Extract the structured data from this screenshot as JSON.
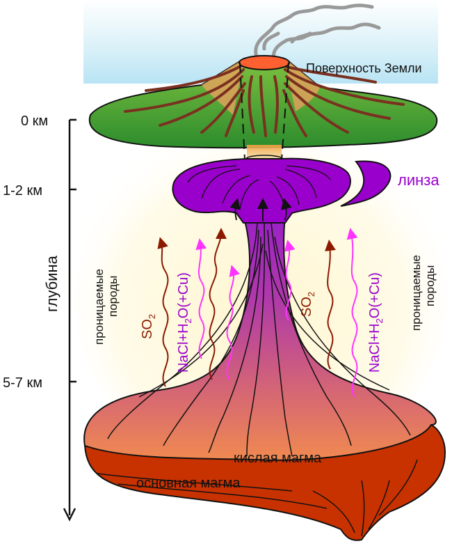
{
  "labels": {
    "surface": "Поверхность Земли",
    "lens": "линза",
    "acid_magma": "кислая магма",
    "basic_magma": "основная магма",
    "permeable_left_1": "проницаемые",
    "permeable_left_2": "породы",
    "permeable_right_1": "проницаемые",
    "permeable_right_2": "породы",
    "depth_axis": "глубина",
    "so2_left": "SO",
    "so2_left_sub": "2",
    "so2_right": "SO",
    "so2_right_sub": "2",
    "nacl_left_a": "NaCl+H",
    "nacl_left_sub": "2",
    "nacl_left_b": "O(+Cu)",
    "nacl_right_a": "NaCl+H",
    "nacl_right_sub": "2",
    "nacl_right_b": "O(+Cu)"
  },
  "depth_ticks": [
    {
      "label": "0 км"
    },
    {
      "label": "1-2 км"
    },
    {
      "label": "5-7 км"
    }
  ],
  "colors": {
    "so2_arrow": "#8b1a00",
    "fluid_arrow": "#ff33ff",
    "lens_purple": "#9900cc",
    "lens_label": "#9900cc",
    "nacl_text": "#9900cc",
    "so2_text": "#8b1a00",
    "volcano_green": "#3aa02a",
    "basic_magma": "#c83200",
    "acid_magma": "#f08040",
    "smoke": "#999999"
  }
}
